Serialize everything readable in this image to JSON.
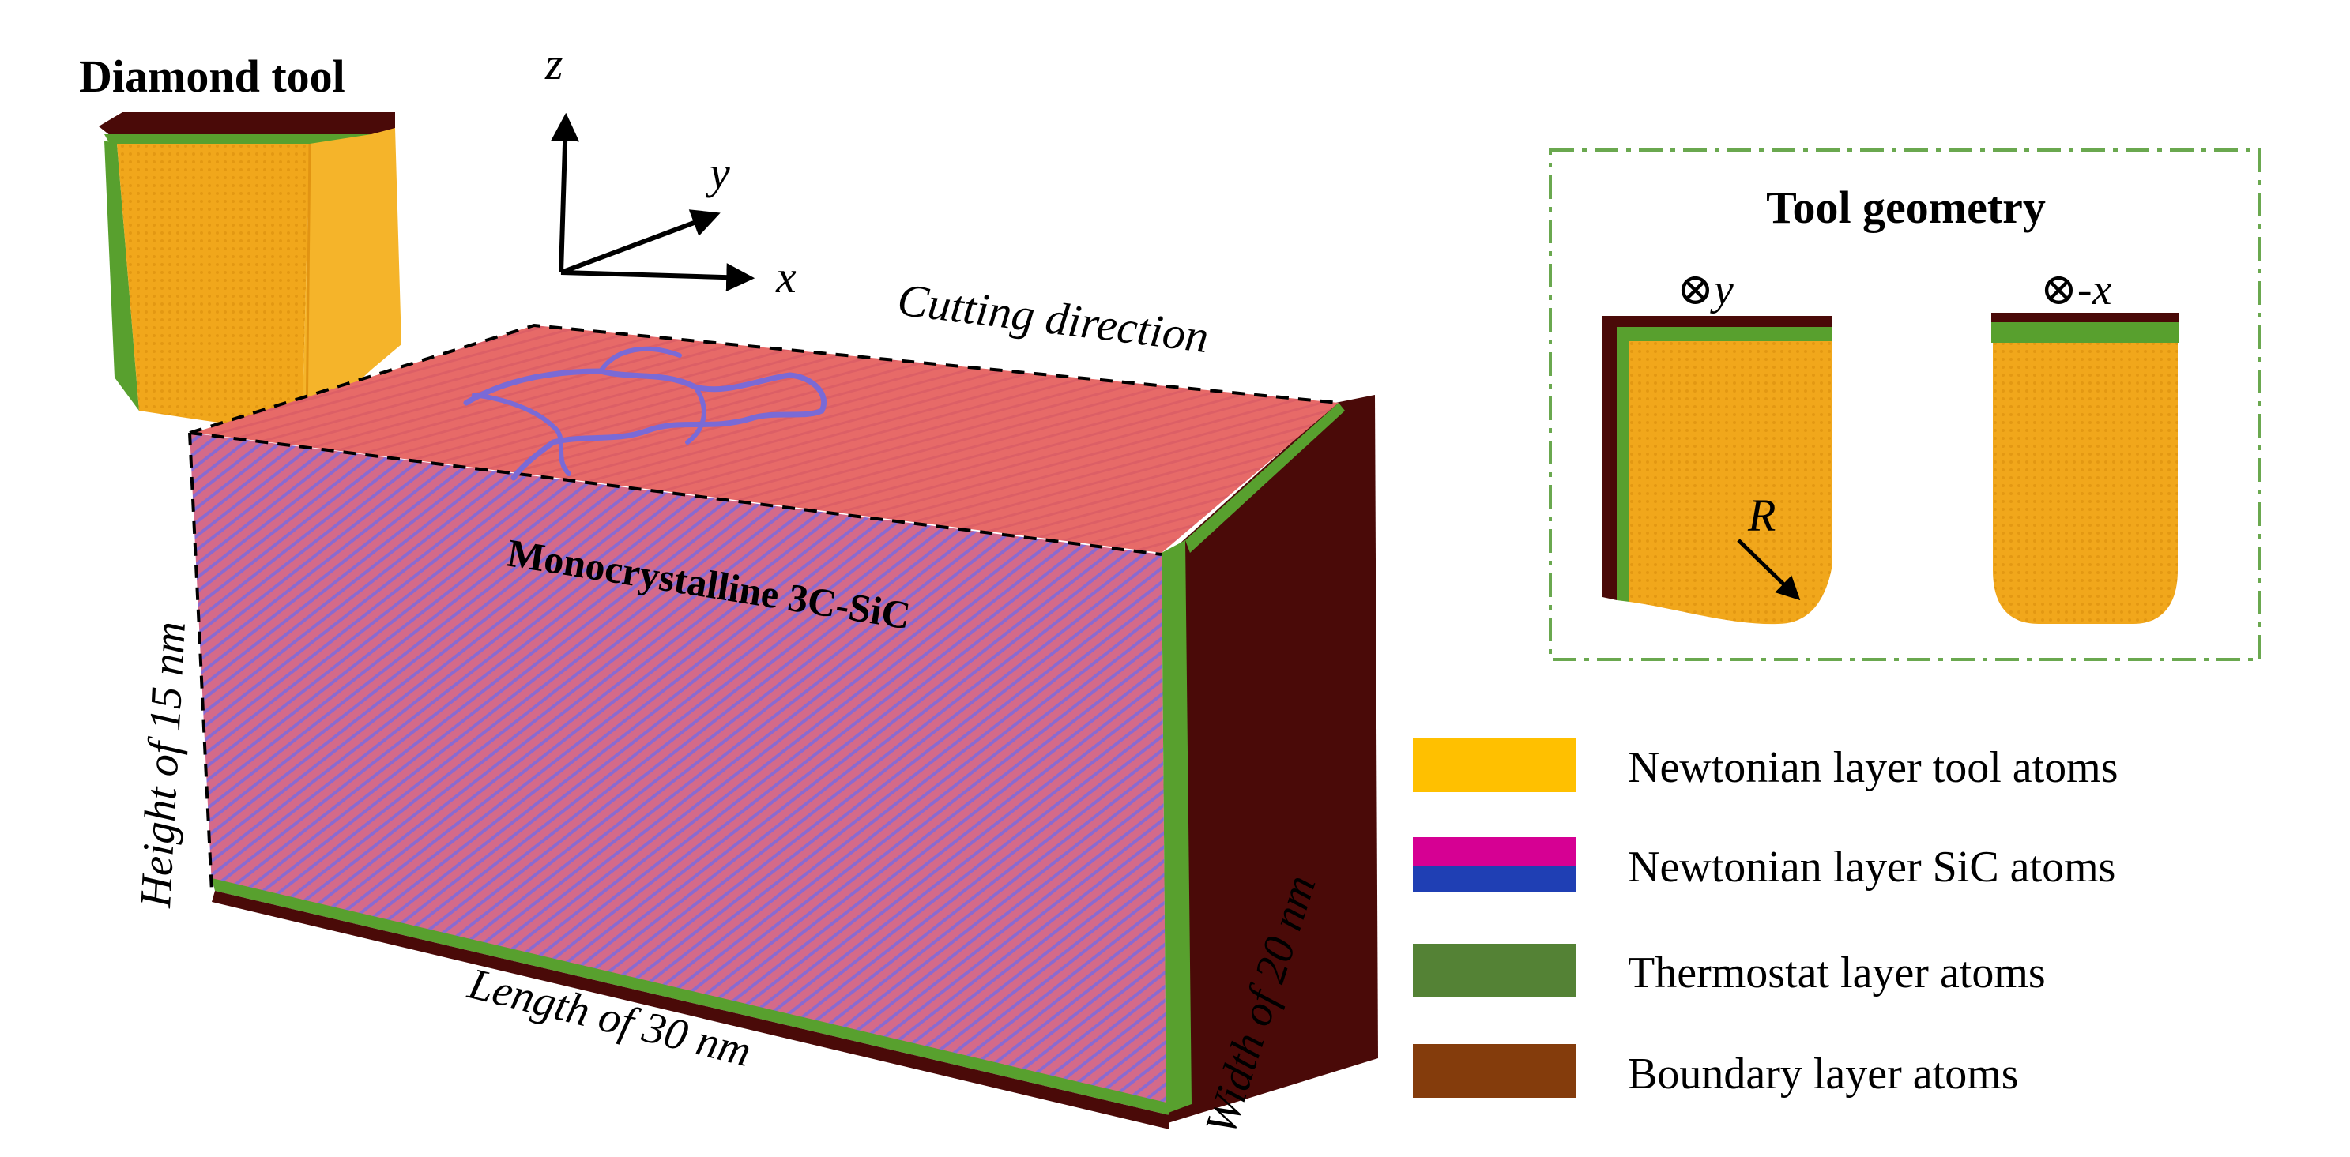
{
  "labels": {
    "diamond_tool": "Diamond tool",
    "axis_z": "z",
    "axis_y": "y",
    "axis_x": "x",
    "cutting_direction": "Cutting direction",
    "workpiece": "Monocrystalline 3C-SiC",
    "height": "Height of 15 nm",
    "length": "Length of 30 nm",
    "width": "Width of 20 nm",
    "radius": "R"
  },
  "inset": {
    "title": "Tool geometry",
    "view_left": "⊗y",
    "view_right": "⊗-x"
  },
  "legend": [
    {
      "label": "Newtonian layer tool atoms",
      "colors": [
        "#ffc000"
      ]
    },
    {
      "label": "Newtonian layer SiC atoms",
      "colors": [
        "#d60093",
        "#1f3fb4"
      ]
    },
    {
      "label": "Thermostat layer atoms",
      "colors": [
        "#548235"
      ]
    },
    {
      "label": "Boundary layer atoms",
      "colors": [
        "#843c0c"
      ]
    }
  ],
  "colors": {
    "tool_newtonian": "#f0a81c",
    "sic_surface": "#e06a6a",
    "thermostat": "#58a02e",
    "boundary": "#4a0a08",
    "inset_border": "#6aa84f"
  }
}
